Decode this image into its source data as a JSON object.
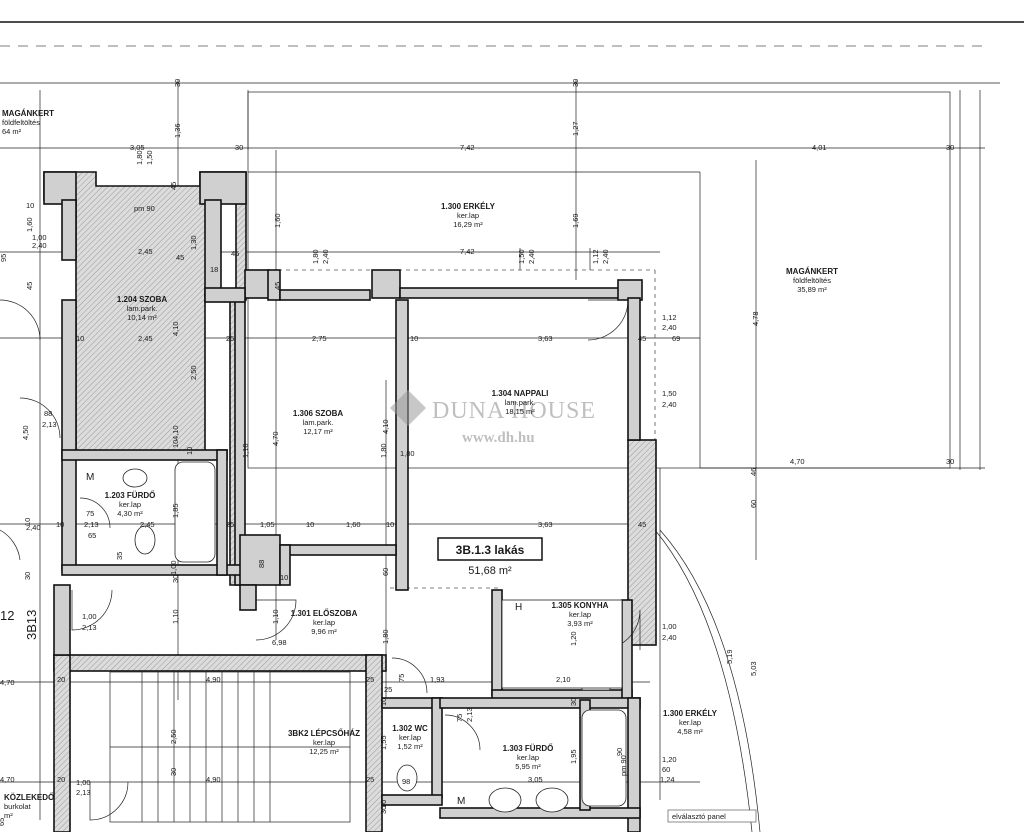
{
  "unit_label": {
    "name": "3B.1.3 lakás",
    "area": "51,68 m²"
  },
  "rooms": [
    {
      "id": "maganker-left",
      "name": "MAGÁNKERT",
      "surface": "földfeltöltés",
      "area": "64 m²"
    },
    {
      "id": "erkely-1300-top",
      "name": "1.300 ERKÉLY",
      "surface": "ker.lap",
      "area": "16,29 m²"
    },
    {
      "id": "magankert-right",
      "name": "MAGÁNKERT",
      "surface": "földfeltöltés",
      "area": "35,89 m²"
    },
    {
      "id": "szoba-1204",
      "name": "1.204 SZOBA",
      "surface": "lam.park.",
      "area": "10,14 m²"
    },
    {
      "id": "szoba-1306",
      "name": "1.306 SZOBA",
      "surface": "lam.park.",
      "area": "12,17 m²"
    },
    {
      "id": "nappali-1304",
      "name": "1.304 NAPPALI",
      "surface": "lam.park.",
      "area": "18,15 m²"
    },
    {
      "id": "furdo-1203",
      "name": "1.203 FÜRDŐ",
      "surface": "ker.lap",
      "area": "4,30 m²"
    },
    {
      "id": "eloszoba-1301",
      "name": "1.301 ELŐSZOBA",
      "surface": "ker.lap",
      "area": "9,96 m²"
    },
    {
      "id": "konyha-1305",
      "name": "1.305 KONYHA",
      "surface": "ker.lap",
      "area": "3,93 m²"
    },
    {
      "id": "lepcsohaz",
      "name": "3BK2 LÉPCSŐHÁZ",
      "surface": "ker.lap",
      "area": "12,25 m²"
    },
    {
      "id": "wc-1302",
      "name": "1.302 WC",
      "surface": "ker.lap",
      "area": "1,52 m²"
    },
    {
      "id": "furdo-1303",
      "name": "1.303 FÜRDŐ",
      "surface": "ker.lap",
      "area": "5,95 m²"
    },
    {
      "id": "erkely-1300-right",
      "name": "1.300 ERKÉLY",
      "surface": "ker.lap",
      "area": "4,58 m²"
    },
    {
      "id": "kozlekedo",
      "name": "KÖZLEKEDŐ",
      "surface": "burkolat",
      "area": "m²"
    }
  ],
  "labels": {
    "watermark_brand": "DUNA HOUSE",
    "watermark_url": "www.dh.hu",
    "stair_tag": "3B13",
    "stair_tag_prefix": "12",
    "panel_note": "elválasztó panel",
    "pm90_top": "pm 90",
    "pm90_bath": "pm 90",
    "m1": "M",
    "m2": "M",
    "h": "H"
  },
  "dimensions": [
    {
      "t": "30"
    },
    {
      "t": "30"
    },
    {
      "t": "1,36"
    },
    {
      "t": "3,05"
    },
    {
      "t": "1,80"
    },
    {
      "t": "1,50"
    },
    {
      "t": "30"
    },
    {
      "t": "7,42"
    },
    {
      "t": "1,27"
    },
    {
      "t": "4,01"
    },
    {
      "t": "30"
    },
    {
      "t": "45"
    },
    {
      "t": "45"
    },
    {
      "t": "1,60"
    },
    {
      "t": "1,30"
    },
    {
      "t": "1,00"
    },
    {
      "t": "2,40"
    },
    {
      "t": "2,45"
    },
    {
      "t": "45"
    },
    {
      "t": "1,80"
    },
    {
      "t": "2,40"
    },
    {
      "t": "7,42"
    },
    {
      "t": "1,50"
    },
    {
      "t": "2,40"
    },
    {
      "t": "1,12"
    },
    {
      "t": "2,40"
    },
    {
      "t": "1,69"
    },
    {
      "t": "18"
    },
    {
      "t": "45"
    },
    {
      "t": "1,60"
    },
    {
      "t": "95"
    },
    {
      "t": "45"
    },
    {
      "t": "4,78"
    },
    {
      "t": "1,12"
    },
    {
      "t": "2,40"
    },
    {
      "t": "4,10"
    },
    {
      "t": "10"
    },
    {
      "t": "2,45"
    },
    {
      "t": "25"
    },
    {
      "t": "2,75"
    },
    {
      "t": "10"
    },
    {
      "t": "3,63"
    },
    {
      "t": "45"
    },
    {
      "t": "69"
    },
    {
      "t": "2,50"
    },
    {
      "t": "1,50"
    },
    {
      "t": "2,40"
    },
    {
      "t": "88"
    },
    {
      "t": "2,13"
    },
    {
      "t": "4,50"
    },
    {
      "t": "4,70"
    },
    {
      "t": "4,10"
    },
    {
      "t": "4,10"
    },
    {
      "t": "10"
    },
    {
      "t": "46"
    },
    {
      "t": "4,70"
    },
    {
      "t": "30"
    },
    {
      "t": "60"
    },
    {
      "t": "1,85"
    },
    {
      "t": "10"
    },
    {
      "t": "75"
    },
    {
      "t": "2,13"
    },
    {
      "t": "2,45"
    },
    {
      "t": "65"
    },
    {
      "t": "25"
    },
    {
      "t": "1,05"
    },
    {
      "t": "10"
    },
    {
      "t": "1,60"
    },
    {
      "t": "10"
    },
    {
      "t": "3,63"
    },
    {
      "t": "45"
    },
    {
      "t": "35"
    },
    {
      "t": "88"
    },
    {
      "t": "10"
    },
    {
      "t": "60"
    },
    {
      "t": "30"
    },
    {
      "t": "30"
    },
    {
      "t": "1,00"
    },
    {
      "t": "2,13"
    },
    {
      "t": "1,10"
    },
    {
      "t": "1,10"
    },
    {
      "t": "6,98"
    },
    {
      "t": "1,80"
    },
    {
      "t": "1,20"
    },
    {
      "t": "1,00"
    },
    {
      "t": "2,40"
    },
    {
      "t": "4,70"
    },
    {
      "t": "4,90"
    },
    {
      "t": "25"
    },
    {
      "t": "25"
    },
    {
      "t": "75"
    },
    {
      "t": "1,93"
    },
    {
      "t": "2,10"
    },
    {
      "t": "20"
    },
    {
      "t": "5,19"
    },
    {
      "t": "5,03"
    },
    {
      "t": "75"
    },
    {
      "t": "2,13"
    },
    {
      "t": "2,50"
    },
    {
      "t": "1,55"
    },
    {
      "t": "1,95"
    },
    {
      "t": "90"
    },
    {
      "t": "1,20"
    },
    {
      "t": "60"
    },
    {
      "t": "4,70"
    },
    {
      "t": "20"
    },
    {
      "t": "4,90"
    },
    {
      "t": "25"
    },
    {
      "t": "98"
    },
    {
      "t": "3,05"
    },
    {
      "t": "1,24"
    },
    {
      "t": "1,00"
    },
    {
      "t": "2,13"
    },
    {
      "t": "30"
    },
    {
      "t": "65"
    },
    {
      "t": "30"
    },
    {
      "t": "10"
    },
    {
      "t": "1,00"
    },
    {
      "t": "10"
    },
    {
      "t": "30"
    },
    {
      "t": "10"
    },
    {
      "t": "1,80"
    },
    {
      "t": "1,80"
    },
    {
      "t": "1,10"
    },
    {
      "t": "2,40"
    },
    {
      "t": "10"
    },
    {
      "t": "10"
    }
  ],
  "colors": {
    "wall_fill": "#d0d0d0",
    "line": "#111111",
    "watermark": "#b9b9b9"
  }
}
